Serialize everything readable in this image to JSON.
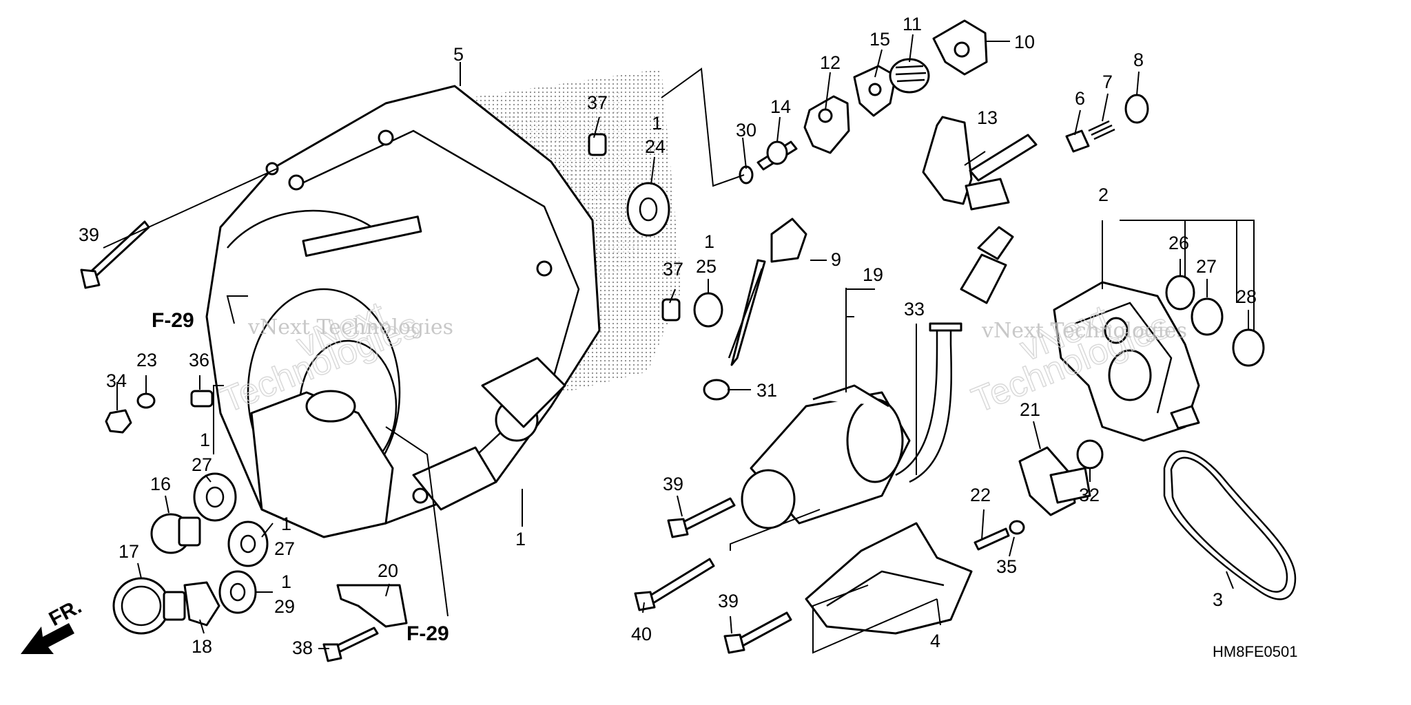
{
  "diagram": {
    "code": "HM8FE0501",
    "front_label": "FR.",
    "refs": [
      "F-29",
      "F-29"
    ],
    "watermark": {
      "brand": "vNext",
      "company": "Technologies",
      "full": "vNext Technologies"
    },
    "labels": [
      {
        "id": "p5",
        "text": "5"
      },
      {
        "id": "p37a",
        "text": "37"
      },
      {
        "id": "p1a",
        "text": "1"
      },
      {
        "id": "p24",
        "text": "24"
      },
      {
        "id": "p30",
        "text": "30"
      },
      {
        "id": "p14",
        "text": "14"
      },
      {
        "id": "p12",
        "text": "12"
      },
      {
        "id": "p15",
        "text": "15"
      },
      {
        "id": "p11",
        "text": "11"
      },
      {
        "id": "p10",
        "text": "10"
      },
      {
        "id": "p13",
        "text": "13"
      },
      {
        "id": "p6",
        "text": "6"
      },
      {
        "id": "p7",
        "text": "7"
      },
      {
        "id": "p8",
        "text": "8"
      },
      {
        "id": "p39a",
        "text": "39"
      },
      {
        "id": "p9",
        "text": "9"
      },
      {
        "id": "p1b",
        "text": "1"
      },
      {
        "id": "p25",
        "text": "25"
      },
      {
        "id": "p37b",
        "text": "37"
      },
      {
        "id": "p19",
        "text": "19"
      },
      {
        "id": "p33",
        "text": "33"
      },
      {
        "id": "p31",
        "text": "31"
      },
      {
        "id": "p2",
        "text": "2"
      },
      {
        "id": "p26",
        "text": "26"
      },
      {
        "id": "p27a",
        "text": "27"
      },
      {
        "id": "p28",
        "text": "28"
      },
      {
        "id": "p34",
        "text": "34"
      },
      {
        "id": "p23",
        "text": "23"
      },
      {
        "id": "p36",
        "text": "36"
      },
      {
        "id": "p1c",
        "text": "1"
      },
      {
        "id": "p27b",
        "text": "27"
      },
      {
        "id": "p16",
        "text": "16"
      },
      {
        "id": "p1d",
        "text": "1"
      },
      {
        "id": "p27c",
        "text": "27"
      },
      {
        "id": "p17",
        "text": "17"
      },
      {
        "id": "p1e",
        "text": "1"
      },
      {
        "id": "p29",
        "text": "29"
      },
      {
        "id": "p18",
        "text": "18"
      },
      {
        "id": "p20",
        "text": "20"
      },
      {
        "id": "p38",
        "text": "38"
      },
      {
        "id": "p1f",
        "text": "1"
      },
      {
        "id": "p39b",
        "text": "39"
      },
      {
        "id": "p40",
        "text": "40"
      },
      {
        "id": "p39c",
        "text": "39"
      },
      {
        "id": "p4",
        "text": "4"
      },
      {
        "id": "p21",
        "text": "21"
      },
      {
        "id": "p22",
        "text": "22"
      },
      {
        "id": "p35",
        "text": "35"
      },
      {
        "id": "p32",
        "text": "32"
      },
      {
        "id": "p3",
        "text": "3"
      }
    ]
  }
}
